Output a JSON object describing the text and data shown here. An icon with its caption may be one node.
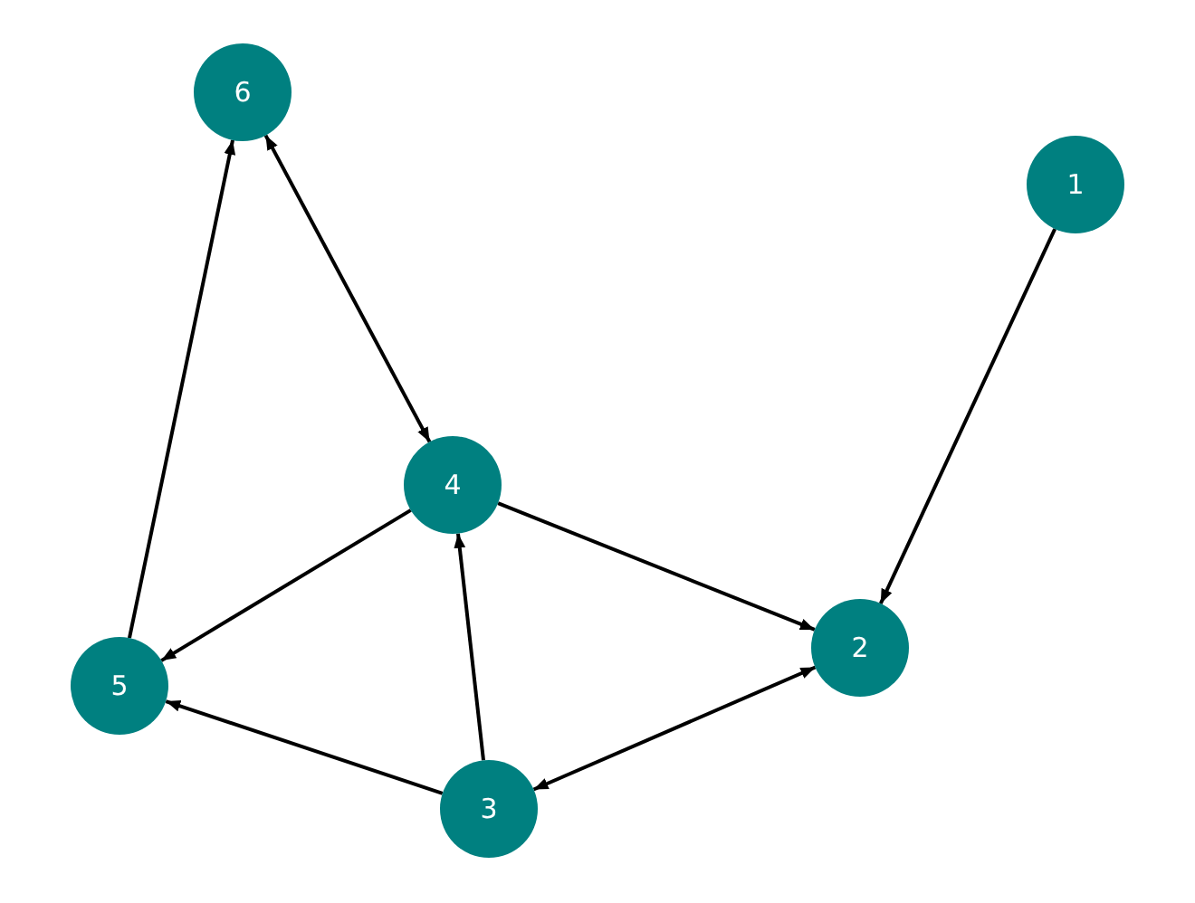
{
  "diagram": {
    "nodes": [
      {
        "text": [
          "1"
        ]
      },
      {
        "text": [
          "2"
        ]
      },
      {
        "text": [
          "3"
        ]
      },
      {
        "text": [
          "4"
        ]
      },
      {
        "text": [
          "5"
        ]
      },
      {
        "text": [
          "6"
        ]
      }
    ],
    "edges": [
      {
        "from": 0,
        "to": 1,
        "arrow": "to"
      },
      {
        "from": 5,
        "to": 3,
        "arrow": "both"
      },
      {
        "from": 4,
        "to": 5,
        "arrow": "to"
      },
      {
        "from": 3,
        "to": 4,
        "arrow": "to"
      },
      {
        "from": 3,
        "to": 1,
        "arrow": "to"
      },
      {
        "from": 2,
        "to": 3,
        "arrow": "to"
      },
      {
        "from": 2,
        "to": 4,
        "arrow": "to"
      },
      {
        "from": 2,
        "to": 1,
        "arrow": "both"
      }
    ]
  }
}
